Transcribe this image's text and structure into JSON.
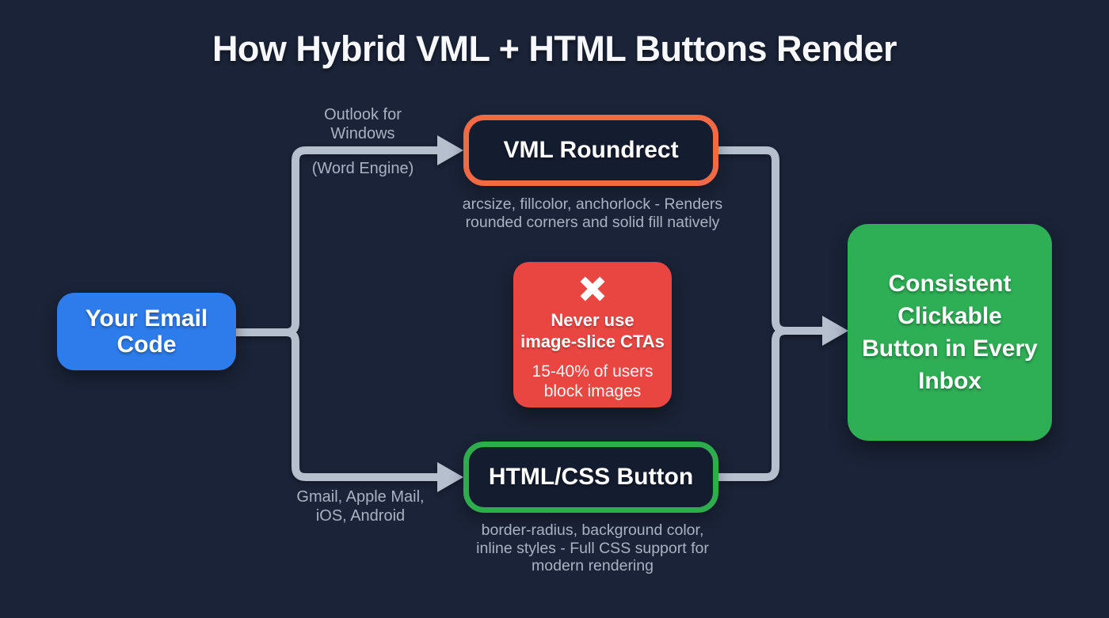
{
  "title": "How Hybrid VML + HTML Buttons Render",
  "nodes": {
    "source": {
      "label": "Your Email Code"
    },
    "vml": {
      "label": "VML Roundrect",
      "caption": "arcsize, fillcolor, anchorlock - Renders\nrounded corners and solid fill natively"
    },
    "html": {
      "label": "HTML/CSS Button",
      "caption": "border-radius, background color,\ninline styles - Full CSS support for\nmodern rendering"
    },
    "warning": {
      "icon": "x-mark-icon",
      "title": "Never use\nimage-slice CTAs",
      "subtitle": "15-40% of users\nblock images"
    },
    "result": {
      "label": "Consistent Clickable Button in Every Inbox"
    }
  },
  "edges": {
    "top_label": "Outlook for\nWindows",
    "engine_label": "(Word Engine)",
    "bottom_label": "Gmail, Apple Mail,\niOS, Android"
  },
  "colors": {
    "background": "#1a2337",
    "source_blue": "#2e7ceb",
    "vml_orange": "#f26a43",
    "html_green": "#2ead4e",
    "result_green": "#2eae55",
    "warning_red": "#e94641",
    "arrow_gray": "#b5bfce",
    "caption_gray": "#a9b3c4",
    "title_white": "#f6f8fb"
  }
}
